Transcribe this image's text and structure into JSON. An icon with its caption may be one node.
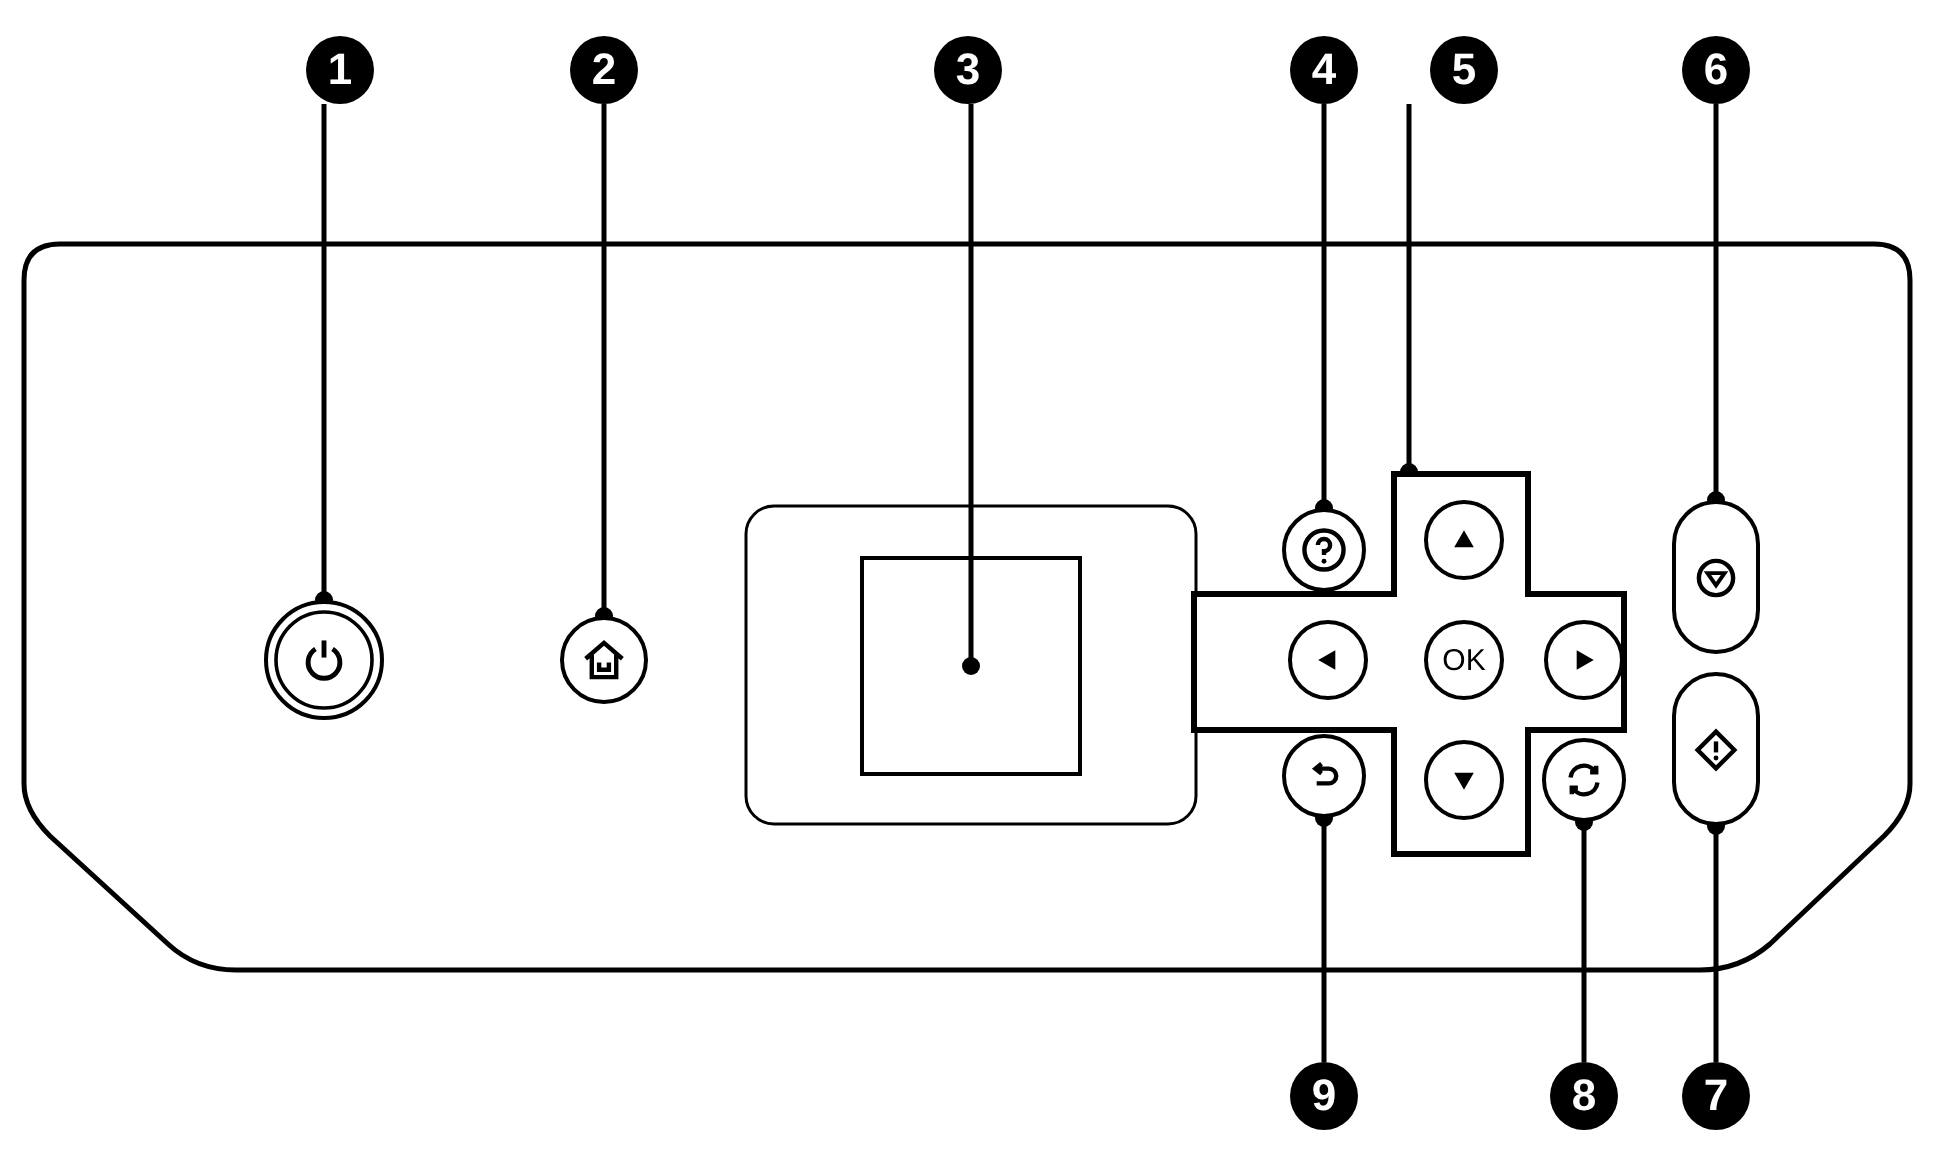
{
  "diagram": {
    "nodes": [
      {
        "text": [
          "1"
        ]
      },
      {
        "text": [
          "2"
        ]
      },
      {
        "text": [
          "3"
        ]
      },
      {
        "text": [
          "4"
        ]
      },
      {
        "text": [
          "5"
        ]
      },
      {
        "text": [
          "6"
        ]
      },
      {
        "text": [],
        "shape": "circle"
      },
      {
        "text": [],
        "shape": "circle"
      },
      {
        "text": [],
        "shape": "box"
      },
      {
        "text": [],
        "shape": "circle"
      },
      {
        "text": [],
        "shape": "cross"
      },
      {
        "text": [],
        "shape": "circle",
        "in": 10
      },
      {
        "text": [],
        "shape": "circle",
        "in": 10
      },
      {
        "text": [
          "OK"
        ],
        "in": 10
      },
      {
        "text": [],
        "shape": "circle",
        "in": 10
      },
      {
        "text": [],
        "shape": "circle",
        "in": 10
      },
      {
        "text": [],
        "shape": "pill"
      },
      {
        "text": [],
        "shape": "pill"
      },
      {
        "text": [],
        "shape": "circle"
      },
      {
        "text": [],
        "shape": "circle"
      },
      {
        "text": [
          "9"
        ]
      },
      {
        "text": [
          "8"
        ]
      },
      {
        "text": [
          "7"
        ]
      }
    ],
    "edges": [
      {
        "from": 0,
        "to": 6,
        "arrow": "other"
      },
      {
        "from": 1,
        "to": 7,
        "arrow": "other"
      },
      {
        "from": 2,
        "to": 8,
        "arrow": "other"
      },
      {
        "from": 3,
        "to": 9,
        "arrow": "other"
      },
      {
        "from": 4,
        "to": 10,
        "arrow": "other"
      },
      {
        "from": 5,
        "to": 16,
        "arrow": "other"
      },
      {
        "from": 20,
        "to": 18,
        "arrow": "other"
      },
      {
        "from": 21,
        "to": 19,
        "arrow": "other"
      },
      {
        "from": 22,
        "to": 17,
        "arrow": "other"
      }
    ]
  }
}
